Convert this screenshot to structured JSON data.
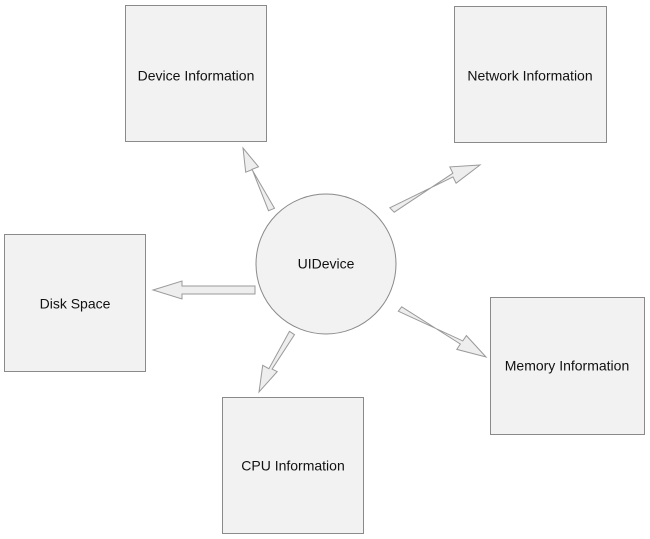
{
  "diagram": {
    "center": {
      "label": "UIDevice"
    },
    "nodes": [
      {
        "id": "device-information",
        "label": "Device Information"
      },
      {
        "id": "network-information",
        "label": "Network Information"
      },
      {
        "id": "disk-space",
        "label": "Disk Space"
      },
      {
        "id": "memory-information",
        "label": "Memory Information"
      },
      {
        "id": "cpu-information",
        "label": "CPU Information"
      }
    ],
    "edges": [
      {
        "from": "UIDevice",
        "to": "Device Information"
      },
      {
        "from": "UIDevice",
        "to": "Network Information"
      },
      {
        "from": "UIDevice",
        "to": "Disk Space"
      },
      {
        "from": "UIDevice",
        "to": "Memory Information"
      },
      {
        "from": "UIDevice",
        "to": "CPU Information"
      }
    ],
    "colors": {
      "box_fill": "#f2f2f2",
      "box_stroke": "#8a8a8a",
      "arrow_fill": "#eeeeee",
      "arrow_stroke": "#9a9a9a",
      "text": "#111111"
    }
  }
}
